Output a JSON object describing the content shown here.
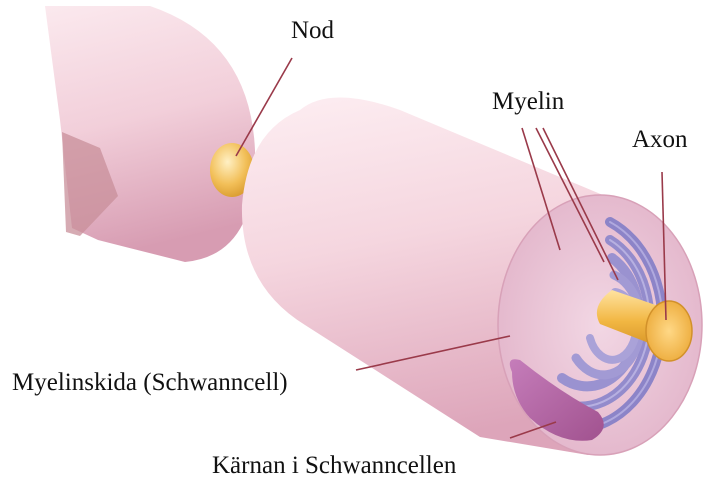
{
  "labels": {
    "node": "Nod",
    "myelin": "Myelin",
    "axon": "Axon",
    "sheath": "Myelinskida (Schwanncell)",
    "nucleus": "Kärnan i Schwanncellen"
  },
  "colors": {
    "sheath_body": "#f4d3dc",
    "sheath_highlight": "#fdf0f3",
    "sheath_shadow": "#d9a2b7",
    "myelin_ring": "#8f86c9",
    "axon": "#f2b94a",
    "nucleus": "#b568a8",
    "leader_line": "#9a3a4a"
  }
}
